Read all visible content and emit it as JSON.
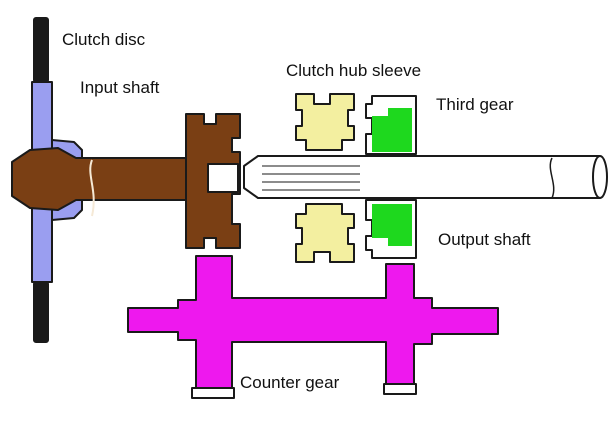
{
  "labels": {
    "clutch_disc": "Clutch disc",
    "input_shaft": "Input shaft",
    "clutch_hub_sleeve": "Clutch hub sleeve",
    "third_gear": "Third gear",
    "output_shaft": "Output shaft",
    "counter_gear": "Counter gear"
  },
  "colors": {
    "clutch_disc": "#9a9ef0",
    "input_shaft": "#7a3f14",
    "clutch_hub_sleeve": "#f3efa0",
    "third_gear": "#1ed81e",
    "counter_gear": "#ee18ee",
    "friction_lining": "#1a1a1a",
    "outline": "#1a1a1a"
  }
}
